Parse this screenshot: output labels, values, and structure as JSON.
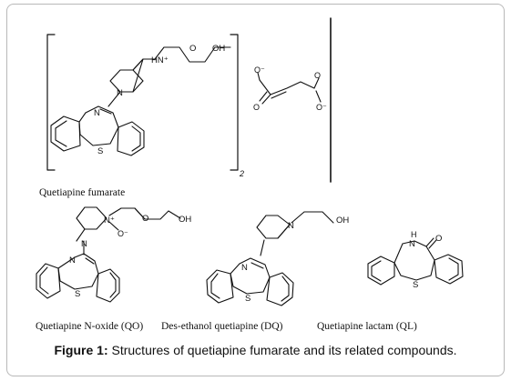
{
  "figure": {
    "caption_label": "Figure 1:",
    "caption_text": "Structures of quetiapine fumarate and its related compounds."
  },
  "compounds": [
    {
      "label": "Quetiapine fumarate"
    },
    {
      "label": "Quetiapine N-oxide (QO)"
    },
    {
      "label": "Des-ethanol quetiapine (DQ)"
    },
    {
      "label": "Quetiapine lactam (QL)"
    }
  ],
  "atoms": {
    "hn_plus": "HN⁺",
    "o": "O",
    "oh": "OH",
    "n": "N",
    "s": "S",
    "o_minus": "O⁻",
    "subscript_2": "2",
    "n_plus": "N⁺",
    "o_minus_noxide": "O⁻",
    "h": "H"
  }
}
